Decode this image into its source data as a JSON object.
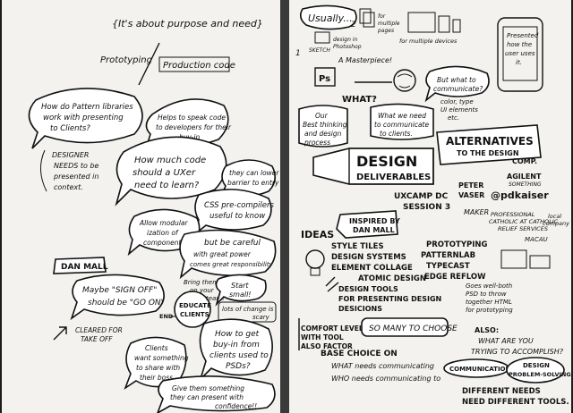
{
  "left_page": {
    "header": "{It's about purpose and need}",
    "prototyping_vs": [
      "Prototyping",
      "Production code"
    ],
    "bubble_pattern": [
      "How do Pattern libraries",
      "work with presenting",
      "to Clients?"
    ],
    "bubble_devs": [
      "Helps to speak code",
      "to developers for their",
      "buy-in"
    ],
    "note_designers": [
      "DESIGNER",
      "NEEDS to be",
      "presented in",
      "context."
    ],
    "bubble_code": [
      "How much code",
      "should a UXer",
      "need to learn?"
    ],
    "bubble_barrier": [
      "they can lower",
      "barrier to entry"
    ],
    "bubble_css": [
      "CSS pre-compilers",
      "useful to know"
    ],
    "bubble_modular": [
      "Allow modular",
      "ization of",
      "components"
    ],
    "bubble_careful": [
      "but be careful",
      "with great power",
      "comes great responsibility"
    ],
    "dan_mall": "DAN MALL",
    "signoff": [
      "Maybe \"SIGN OFF\"",
      "should be \"GO ON\""
    ],
    "cleared": [
      "CLEARED FOR",
      "TAKE OFF"
    ],
    "bring_them": [
      "Bring them",
      "on your",
      "team!"
    ],
    "educate_clients": [
      "EDUCATE",
      "CLIENTS"
    ],
    "start_small": [
      "Start",
      "small!"
    ],
    "lots_change": [
      "lots of change is",
      "scary"
    ],
    "end_label": "END",
    "clients_share": [
      "Clients",
      "want something",
      "to share with",
      "their boss"
    ],
    "buyin": [
      "How to get",
      "buy-in from",
      "clients used to",
      "PSDs?"
    ],
    "give_them": [
      "Give them something",
      "they can present with",
      "confidence!!"
    ]
  },
  "right_page": {
    "usually": "Usually...",
    "sketch": "SKETCH",
    "design_photoshop": [
      "design in",
      "Photoshop"
    ],
    "multiple_pages": [
      "for",
      "multiple",
      "pages"
    ],
    "multiple_devices": "for multiple devices",
    "masterpiece": "A Masterpiece!",
    "ps": "Ps",
    "presented": [
      "Presented",
      "how the",
      "user uses",
      "it."
    ],
    "what_communicate": [
      "But what to",
      "communicate?"
    ],
    "color_type": [
      "color, type",
      "UI elements",
      "etc."
    ],
    "what_q": "WHAT?",
    "best_thinking": [
      "Our",
      "Best thinking",
      "and design",
      "process"
    ],
    "what_we_need": [
      "What we need",
      "to communicate",
      "to clients."
    ],
    "alternatives": [
      "ALTERNATIVES",
      "TO THE DESIGN",
      "COMP."
    ],
    "design": "DESIGN",
    "deliverables": "DELIVERABLES",
    "uxcamp": [
      "UXCAMP DC",
      "SESSION 3"
    ],
    "peter": [
      "PETER",
      "VASER",
      "@pdkaiser"
    ],
    "agilent": [
      "AGILENT",
      "SOMETHING"
    ],
    "maker": "MAKER",
    "catholic": [
      "PROFESSIONAL",
      "CATHOLIC AT CATHOLIC",
      "RELIEF SERVICES"
    ],
    "local_company": [
      "local",
      "company"
    ],
    "macau": "MACAU",
    "ideas": "IDEAS",
    "inspired": [
      "INSPIRED BY",
      "DAN MALL"
    ],
    "techniques_left": [
      "STYLE TILES",
      "DESIGN SYSTEMS",
      "ELEMENT COLLAGE",
      "ATOMIC DESIGN",
      "DESIGN TOOLS",
      "FOR PRESENTING DESIGN",
      "DESICIONS"
    ],
    "techniques_right": [
      "PROTOTYPING",
      "PATTERNLAB",
      "TYPECAST",
      "EDGE REFLOW"
    ],
    "reflow_note": [
      "Goes well-both",
      "PSD to throw",
      "together HTML",
      "for prototyping"
    ],
    "comfort": [
      "COMFORT LEVEL",
      "WITH TOOL",
      "ALSO FACTOR"
    ],
    "so_many": "SO MANY TO CHOOSE",
    "base_choice": "BASE CHOICE ON",
    "what_needs": "WHAT needs communicating",
    "who_needs": "WHO needs communicating to",
    "also": [
      "ALSO:",
      "WHAT ARE YOU",
      "TRYING TO ACCOMPLISH?"
    ],
    "communication": "COMMUNICATION",
    "problem_solving": [
      "DESIGN",
      "PROBLEM-SOLVING"
    ],
    "different_needs": [
      "DIFFERENT NEEDS",
      "NEED DIFFERENT TOOLS."
    ]
  }
}
